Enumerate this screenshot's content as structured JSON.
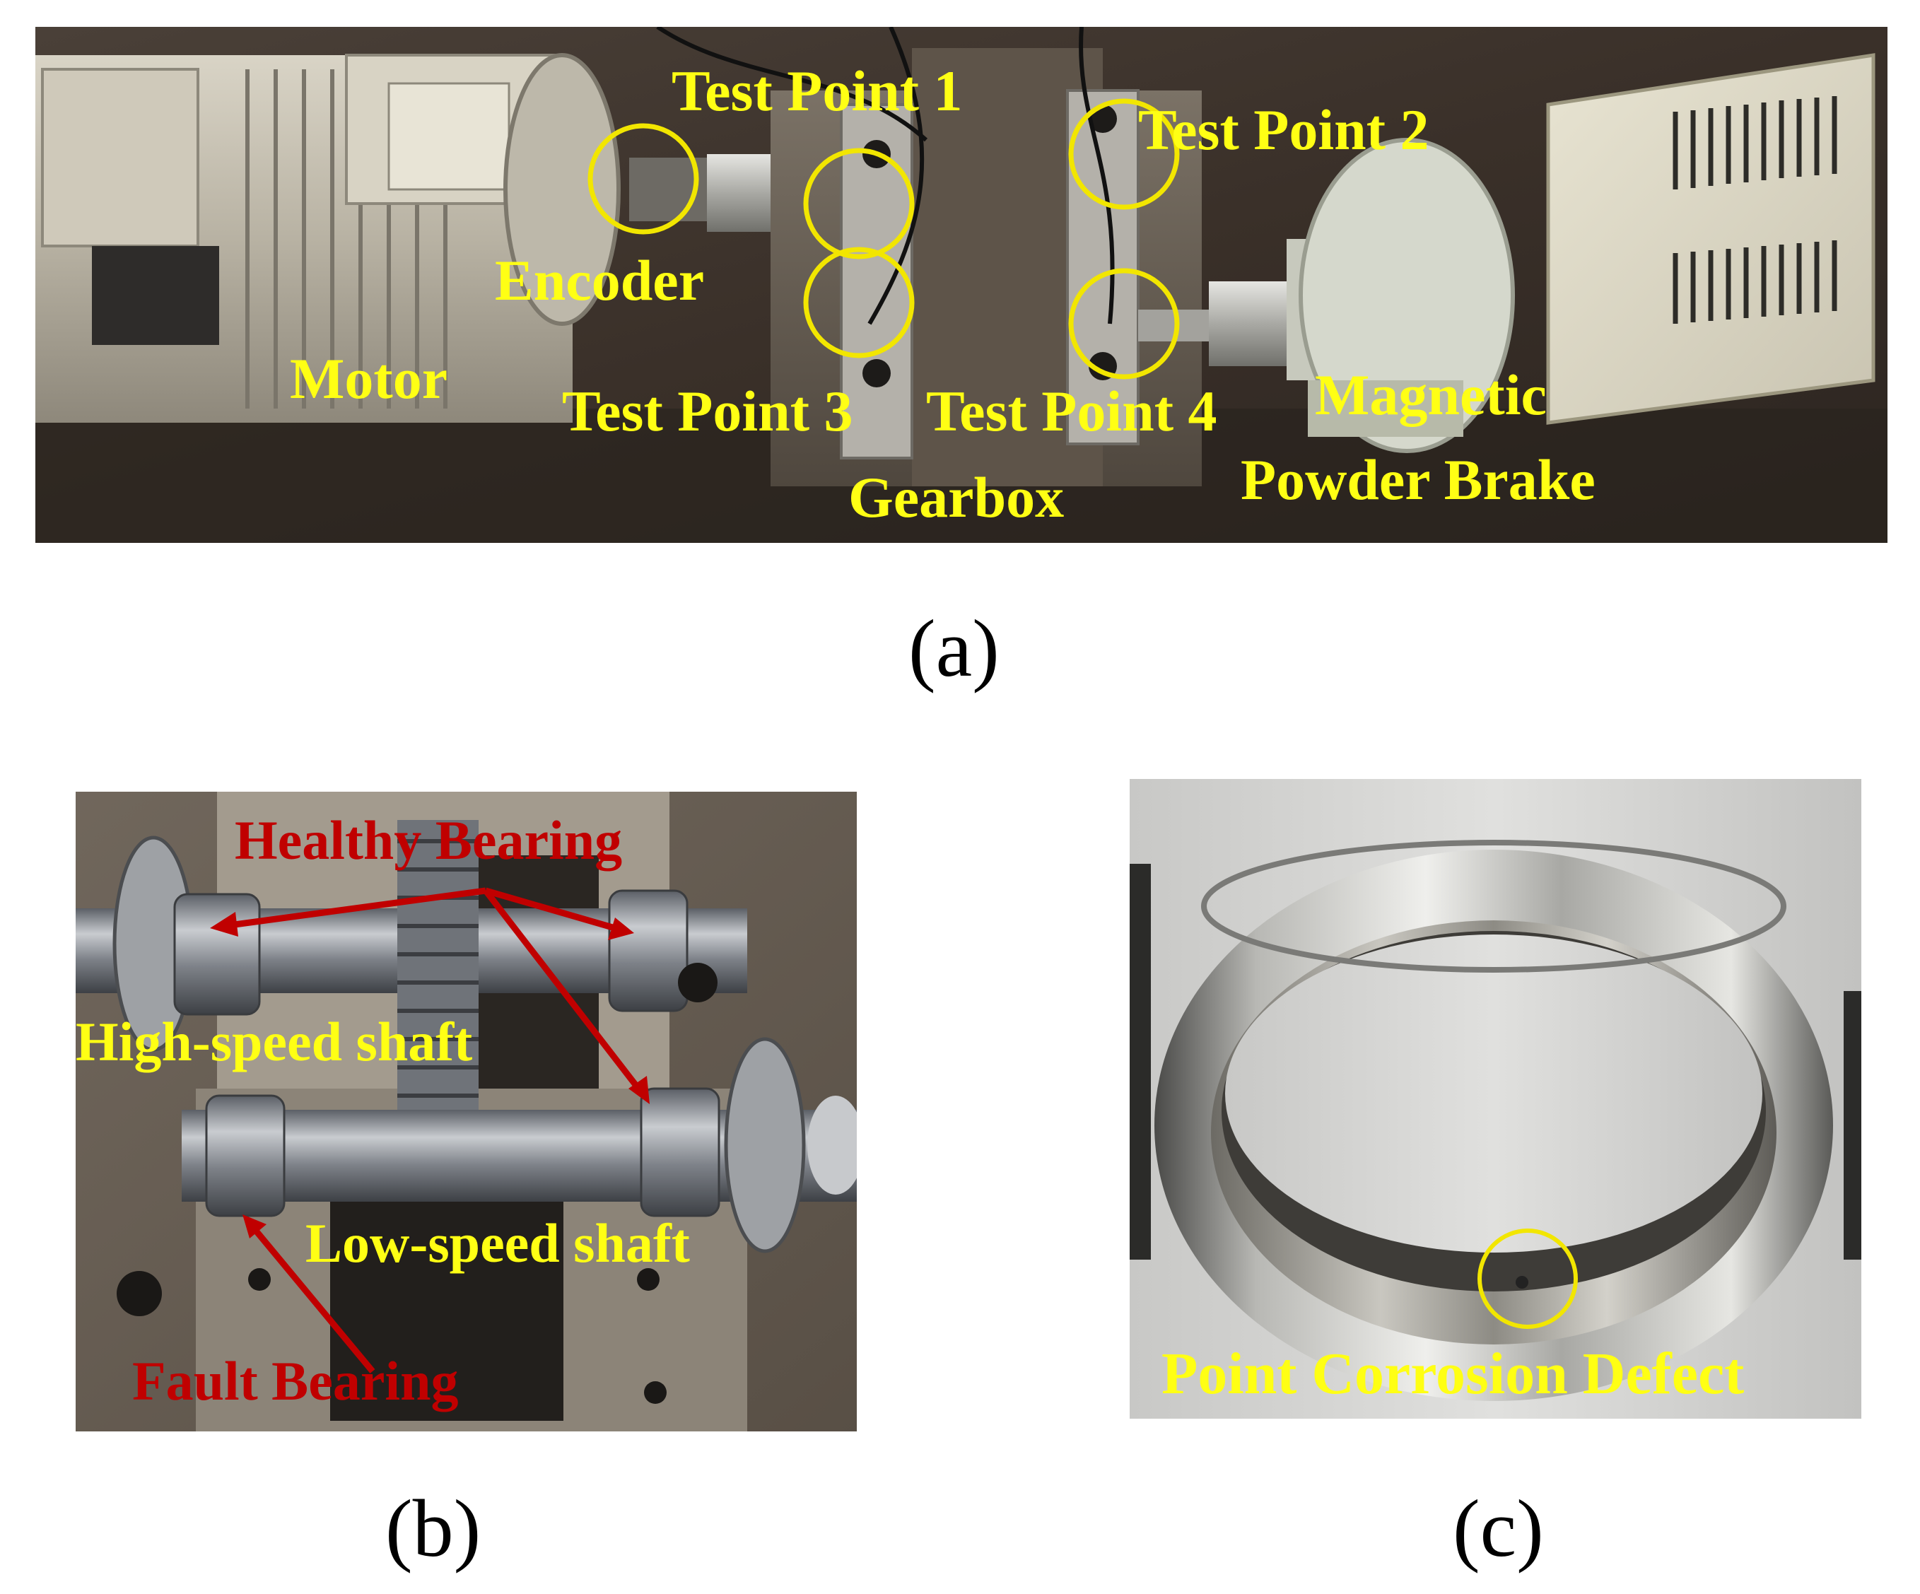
{
  "panel_a": {
    "caption": "(a)",
    "labels": {
      "test_point_1": "Test Point 1",
      "test_point_2": "Test Point 2",
      "test_point_3": "Test Point 3",
      "test_point_4": "Test Point 4",
      "encoder": "Encoder",
      "motor": "Motor",
      "gearbox": "Gearbox",
      "magnetic": "Magnetic",
      "powder_brake": "Powder Brake"
    }
  },
  "panel_b": {
    "caption": "(b)",
    "labels": {
      "healthy_bearing": "Healthy Bearing",
      "high_speed_shaft": "High-speed shaft",
      "low_speed_shaft": "Low-speed shaft",
      "fault_bearing": "Fault Bearing"
    }
  },
  "panel_c": {
    "caption": "(c)",
    "labels": {
      "point_corrosion_defect": "Point Corrosion Defect"
    }
  },
  "colors": {
    "annotation_yellow": "#ffff14",
    "annotation_red": "#c00000",
    "circle_yellow": "#f2e600"
  }
}
